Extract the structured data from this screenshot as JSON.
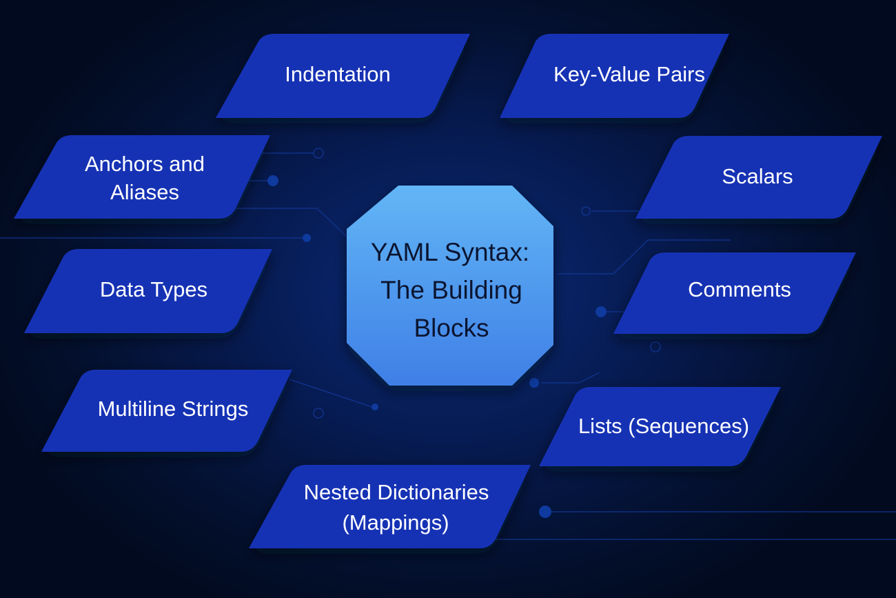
{
  "diagram": {
    "type": "mind-map",
    "center": {
      "title_lines": [
        "YAML Syntax:",
        "The Building",
        "Blocks"
      ]
    },
    "nodes": [
      {
        "id": "indentation",
        "lines": [
          "Indentation"
        ]
      },
      {
        "id": "key-value-pairs",
        "lines": [
          "Key-Value Pairs"
        ]
      },
      {
        "id": "anchors-and-aliases",
        "lines": [
          "Anchors and",
          "Aliases"
        ]
      },
      {
        "id": "scalars",
        "lines": [
          "Scalars"
        ]
      },
      {
        "id": "data-types",
        "lines": [
          "Data Types"
        ]
      },
      {
        "id": "comments",
        "lines": [
          "Comments"
        ]
      },
      {
        "id": "multiline-strings",
        "lines": [
          "Multiline Strings"
        ]
      },
      {
        "id": "lists-sequences",
        "lines": [
          "Lists (Sequences)"
        ]
      },
      {
        "id": "nested-dictionaries",
        "lines": [
          "Nested Dictionaries",
          "(Mappings)"
        ]
      }
    ],
    "colors": {
      "node_fill": "#1530b4",
      "hub_top": "#5fb2f5",
      "hub_bottom": "#4183e8",
      "hub_text": "#0b1530",
      "node_text": "#ffffff",
      "circuit_line": "#16399a"
    }
  }
}
